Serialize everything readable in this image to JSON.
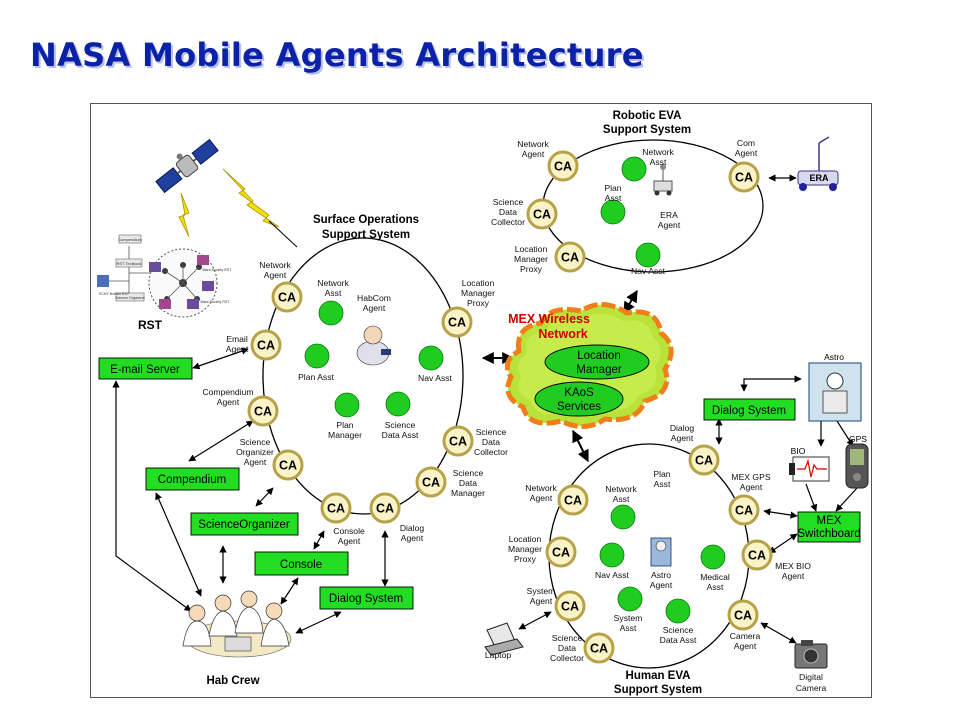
{
  "title": "NASA Mobile Agents Architecture",
  "systems": {
    "robotic": [
      "Robotic EVA",
      "Support System"
    ],
    "surface": [
      "Surface Operations",
      "Support System"
    ],
    "human": [
      "Human EVA",
      "Support System"
    ]
  },
  "ca_text": "CA",
  "mex_network": {
    "title": [
      "MEX Wireless",
      "Network"
    ],
    "location_manager": [
      "Location",
      "Manager"
    ],
    "kaos": [
      "KAoS",
      "Services"
    ]
  },
  "robotic_labels": {
    "network_agent": [
      "Network",
      "Agent"
    ],
    "science_data_collector": [
      "Science",
      "Data",
      "Collector"
    ],
    "location_manager_proxy": [
      "Location",
      "Manager",
      "Proxy"
    ],
    "com_agent": [
      "Com",
      "Agent"
    ],
    "network_asst": [
      "Network",
      "Asst"
    ],
    "plan_asst": [
      "Plan",
      "Asst"
    ],
    "era_agent": [
      "ERA",
      "Agent"
    ],
    "nav_asst": [
      "Nav Asst"
    ],
    "era_robot": "ERA"
  },
  "surface_labels": {
    "network_agent": [
      "Network",
      "Agent"
    ],
    "email_agent": [
      "Email",
      "Agent"
    ],
    "compendium_agent": [
      "Compendium",
      "Agent"
    ],
    "science_organizer_agent": [
      "Science",
      "Organizer",
      "Agent"
    ],
    "console_agent": [
      "Console",
      "Agent"
    ],
    "dialog_agent": [
      "Dialog",
      "Agent"
    ],
    "science_data_manager": [
      "Science",
      "Data",
      "Manager"
    ],
    "science_data_collector": [
      "Science",
      "Data",
      "Collector"
    ],
    "location_manager_proxy": [
      "Location",
      "Manager",
      "Proxy"
    ],
    "network_asst": [
      "Network",
      "Asst"
    ],
    "habcom_agent": [
      "HabCom",
      "Agent"
    ],
    "plan_asst": [
      "Plan Asst"
    ],
    "nav_asst": [
      "Nav Asst"
    ],
    "plan_manager": [
      "Plan",
      "Manager"
    ],
    "science_data_asst": [
      "Science",
      "Data Asst"
    ]
  },
  "surface_boxes": {
    "email_server": "E-mail Server",
    "compendium": "Compendium",
    "science_organizer": "ScienceOrganizer",
    "console": "Console",
    "dialog_system": "Dialog System"
  },
  "human_labels": {
    "network_agent": [
      "Network",
      "Agent"
    ],
    "location_manager_proxy": [
      "Location",
      "Manager",
      "Proxy"
    ],
    "system_agent": [
      "System",
      "Agent"
    ],
    "science_data_collector": [
      "Science",
      "Data",
      "Collector"
    ],
    "dialog_agent": [
      "Dialog",
      "Agent"
    ],
    "mex_gps_agent": [
      "MEX GPS",
      "Agent"
    ],
    "mex_bio_agent": [
      "MEX BIO",
      "Agent"
    ],
    "camera_agent": [
      "Camera",
      "Agent"
    ],
    "network_asst": [
      "Network",
      "Asst"
    ],
    "plan_asst": [
      "Plan",
      "Asst"
    ],
    "nav_asst": [
      "Nav Asst"
    ],
    "astro_agent": [
      "Astro",
      "Agent"
    ],
    "medical_asst": [
      "Medical",
      "Asst"
    ],
    "system_asst": [
      "System",
      "Asst"
    ],
    "science_data_asst": [
      "Science",
      "Data Asst"
    ]
  },
  "human_boxes": {
    "dialog_system": "Dialog System",
    "mex_switchboard": [
      "MEX",
      "Switchboard"
    ]
  },
  "devices": {
    "astro": "Astro",
    "bio": "BIO",
    "gps": "GPS",
    "laptop": "Laptop",
    "digital_camera": [
      "Digital",
      "Camera"
    ]
  },
  "rst": {
    "label": "RST",
    "mini_labels": [
      "Compendium",
      "RST Textbook",
      "Mars Society RST",
      "SCNY Buffalo RST",
      "Science Organizer",
      "Mars Society RST"
    ]
  },
  "hab_crew": "Hab Crew",
  "colors": {
    "title": "#0b21a8",
    "box_fill": "#22dd22",
    "node_green": "#1fcc1f",
    "ca_fill": "#fbf3c8",
    "ca_ring": "#b7a24a",
    "mex_red": "#d00000",
    "lightning": "#f2e000"
  }
}
